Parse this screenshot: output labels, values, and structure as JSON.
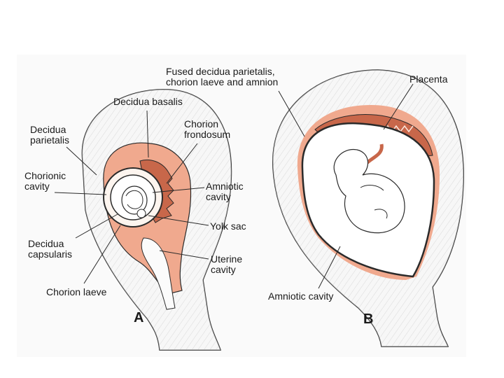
{
  "labels": {
    "fused": "Fused decidua parietalis,\nchorion laeve and amnion",
    "placenta": "Placenta",
    "decidua_basalis": "Decidua basalis",
    "decidua_parietalis": "Decidua\nparietalis",
    "chorion_frondosum": "Chorion\nfrondosum",
    "chorionic_cavity": "Chorionic\ncavity",
    "amniotic_cavity_a": "Amniotic\ncavity",
    "yolk_sac": "Yolk sac",
    "decidua_capsularis": "Decidua\ncapsularis",
    "uterine_cavity": "Uterine\ncavity",
    "chorion_laeve": "Chorion laeve",
    "amniotic_cavity_b": "Amniotic cavity",
    "panel_a": "A",
    "panel_b": "B"
  },
  "colors": {
    "decidua": "#f0a98e",
    "chorion": "#c8674a",
    "outline": "#2a2a2a",
    "uterine_wall": "#f1f1f1"
  }
}
